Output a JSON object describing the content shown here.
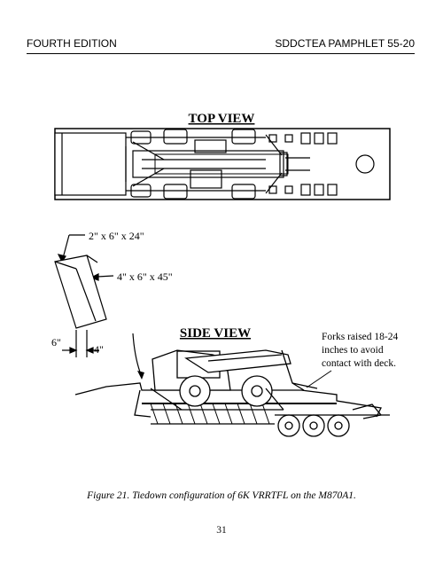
{
  "header": {
    "left": "FOURTH EDITION",
    "right": "SDDCTEA PAMPHLET 55-20"
  },
  "figure": {
    "top_view_title": "TOP VIEW",
    "side_view_title": "SIDE VIEW",
    "dim_top": "2\" x 6\" x 24\"",
    "dim_side": "4\" x 6\" x 45\"",
    "dim_width_6": "6\"",
    "dim_width_4": "4\"",
    "note_line1": "Forks raised 18-24",
    "note_line2": "inches to avoid",
    "note_line3": "contact with deck."
  },
  "caption": "Figure 21. Tiedown configuration of 6K VRRTFL on the M870A1.",
  "page_number": "31"
}
